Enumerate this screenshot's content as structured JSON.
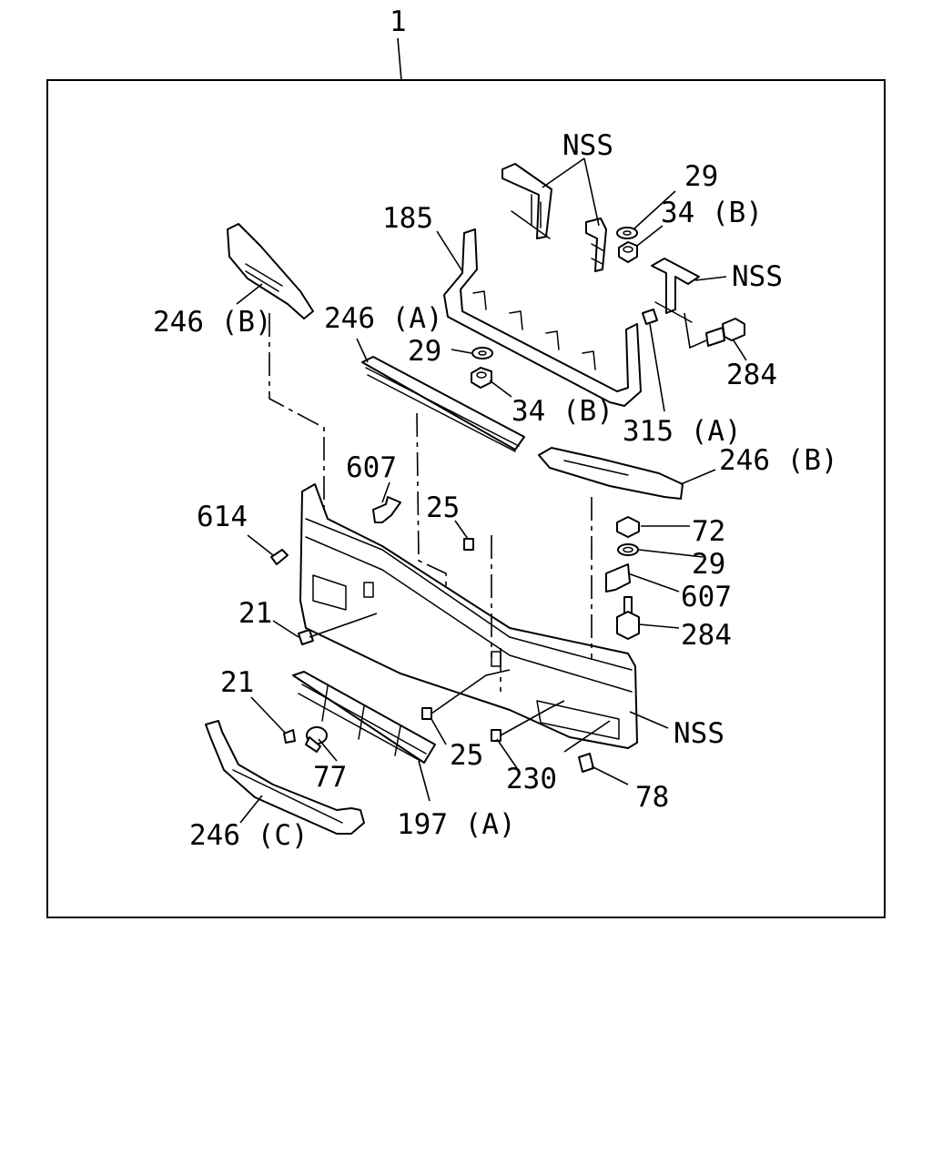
{
  "diagram": {
    "assembly_label": "1",
    "callouts": {
      "nss_top": "NSS",
      "p29_top": "29",
      "p34b_top": "34 (B)",
      "nss_right": "NSS",
      "p185": "185",
      "p284_top": "284",
      "p246b_left": "246 (B)",
      "p246a": "246 (A)",
      "p29_mid": "29",
      "p34b_mid": "34 (B)",
      "p315a": "315 (A)",
      "p607_left": "607",
      "p246b_right": "246 (B)",
      "p614": "614",
      "p25_top": "25",
      "p72": "72",
      "p29_right": "29",
      "p607_right": "607",
      "p21_upper": "21",
      "p284_right": "284",
      "p21_lower": "21",
      "nss_lower": "NSS",
      "p77": "77",
      "p25_lower": "25",
      "p230": "230",
      "p78": "78",
      "p197a": "197 (A)",
      "p246c": "246 (C)"
    }
  }
}
